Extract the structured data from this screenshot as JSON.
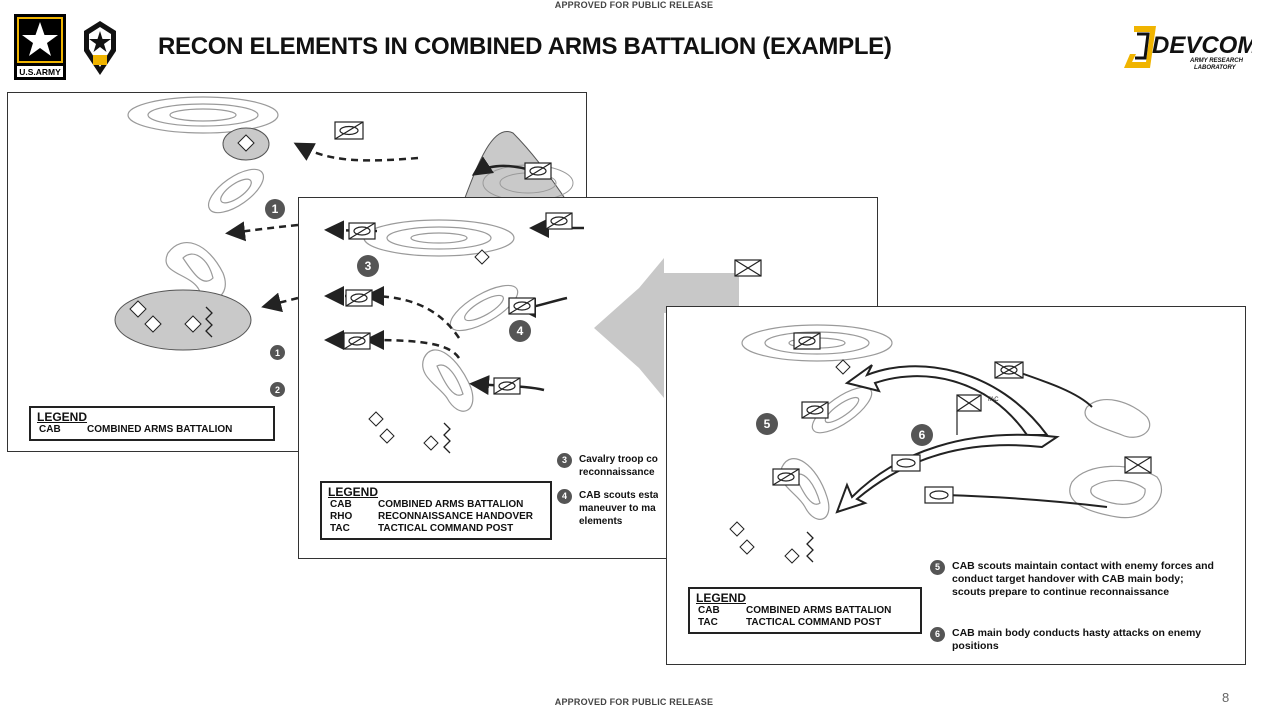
{
  "banner_top": "APPROVED FOR PUBLIC RELEASE",
  "banner_bottom": "APPROVED FOR PUBLIC RELEASE",
  "title": "RECON ELEMENTS IN COMBINED ARMS BATTALION (EXAMPLE)",
  "page_number": "8",
  "logos": {
    "army_text": "U.S.ARMY",
    "devcom_text": "DEVCOM",
    "devcom_sub1": "ARMY RESEARCH",
    "devcom_sub2": "LABORATORY"
  },
  "colors": {
    "accent_yellow": "#f0b400",
    "symbol_gray": "#555555",
    "terrain_gray": "#bdbdbd"
  },
  "panel1": {
    "markers": [
      "1",
      "1",
      "2"
    ],
    "legend_title": "LEGEND",
    "legend": [
      {
        "abbr": "CAB",
        "text": "COMBINED ARMS BATTALION"
      }
    ]
  },
  "panel2": {
    "markers": [
      "3",
      "4"
    ],
    "steps": [
      {
        "num": "3",
        "text": "Cavalry troop co\nreconnaissance"
      },
      {
        "num": "4",
        "text": "CAB scouts esta\nmaneuver to ma\nelements"
      }
    ],
    "legend_title": "LEGEND",
    "legend": [
      {
        "abbr": "CAB",
        "text": "COMBINED ARMS BATTALION"
      },
      {
        "abbr": "RHO",
        "text": "RECONNAISSANCE HANDOVER"
      },
      {
        "abbr": "TAC",
        "text": "TACTICAL COMMAND POST"
      }
    ]
  },
  "panel3": {
    "markers": [
      "5",
      "6"
    ],
    "tac_label": "TAC",
    "steps": [
      {
        "num": "5",
        "text": "CAB scouts maintain contact with enemy forces and conduct target handover with CAB main body; scouts prepare to continue reconnaissance"
      },
      {
        "num": "6",
        "text": "CAB main body conducts hasty attacks on enemy positions"
      }
    ],
    "legend_title": "LEGEND",
    "legend": [
      {
        "abbr": "CAB",
        "text": "COMBINED ARMS BATTALION"
      },
      {
        "abbr": "TAC",
        "text": "TACTICAL COMMAND POST"
      }
    ]
  }
}
